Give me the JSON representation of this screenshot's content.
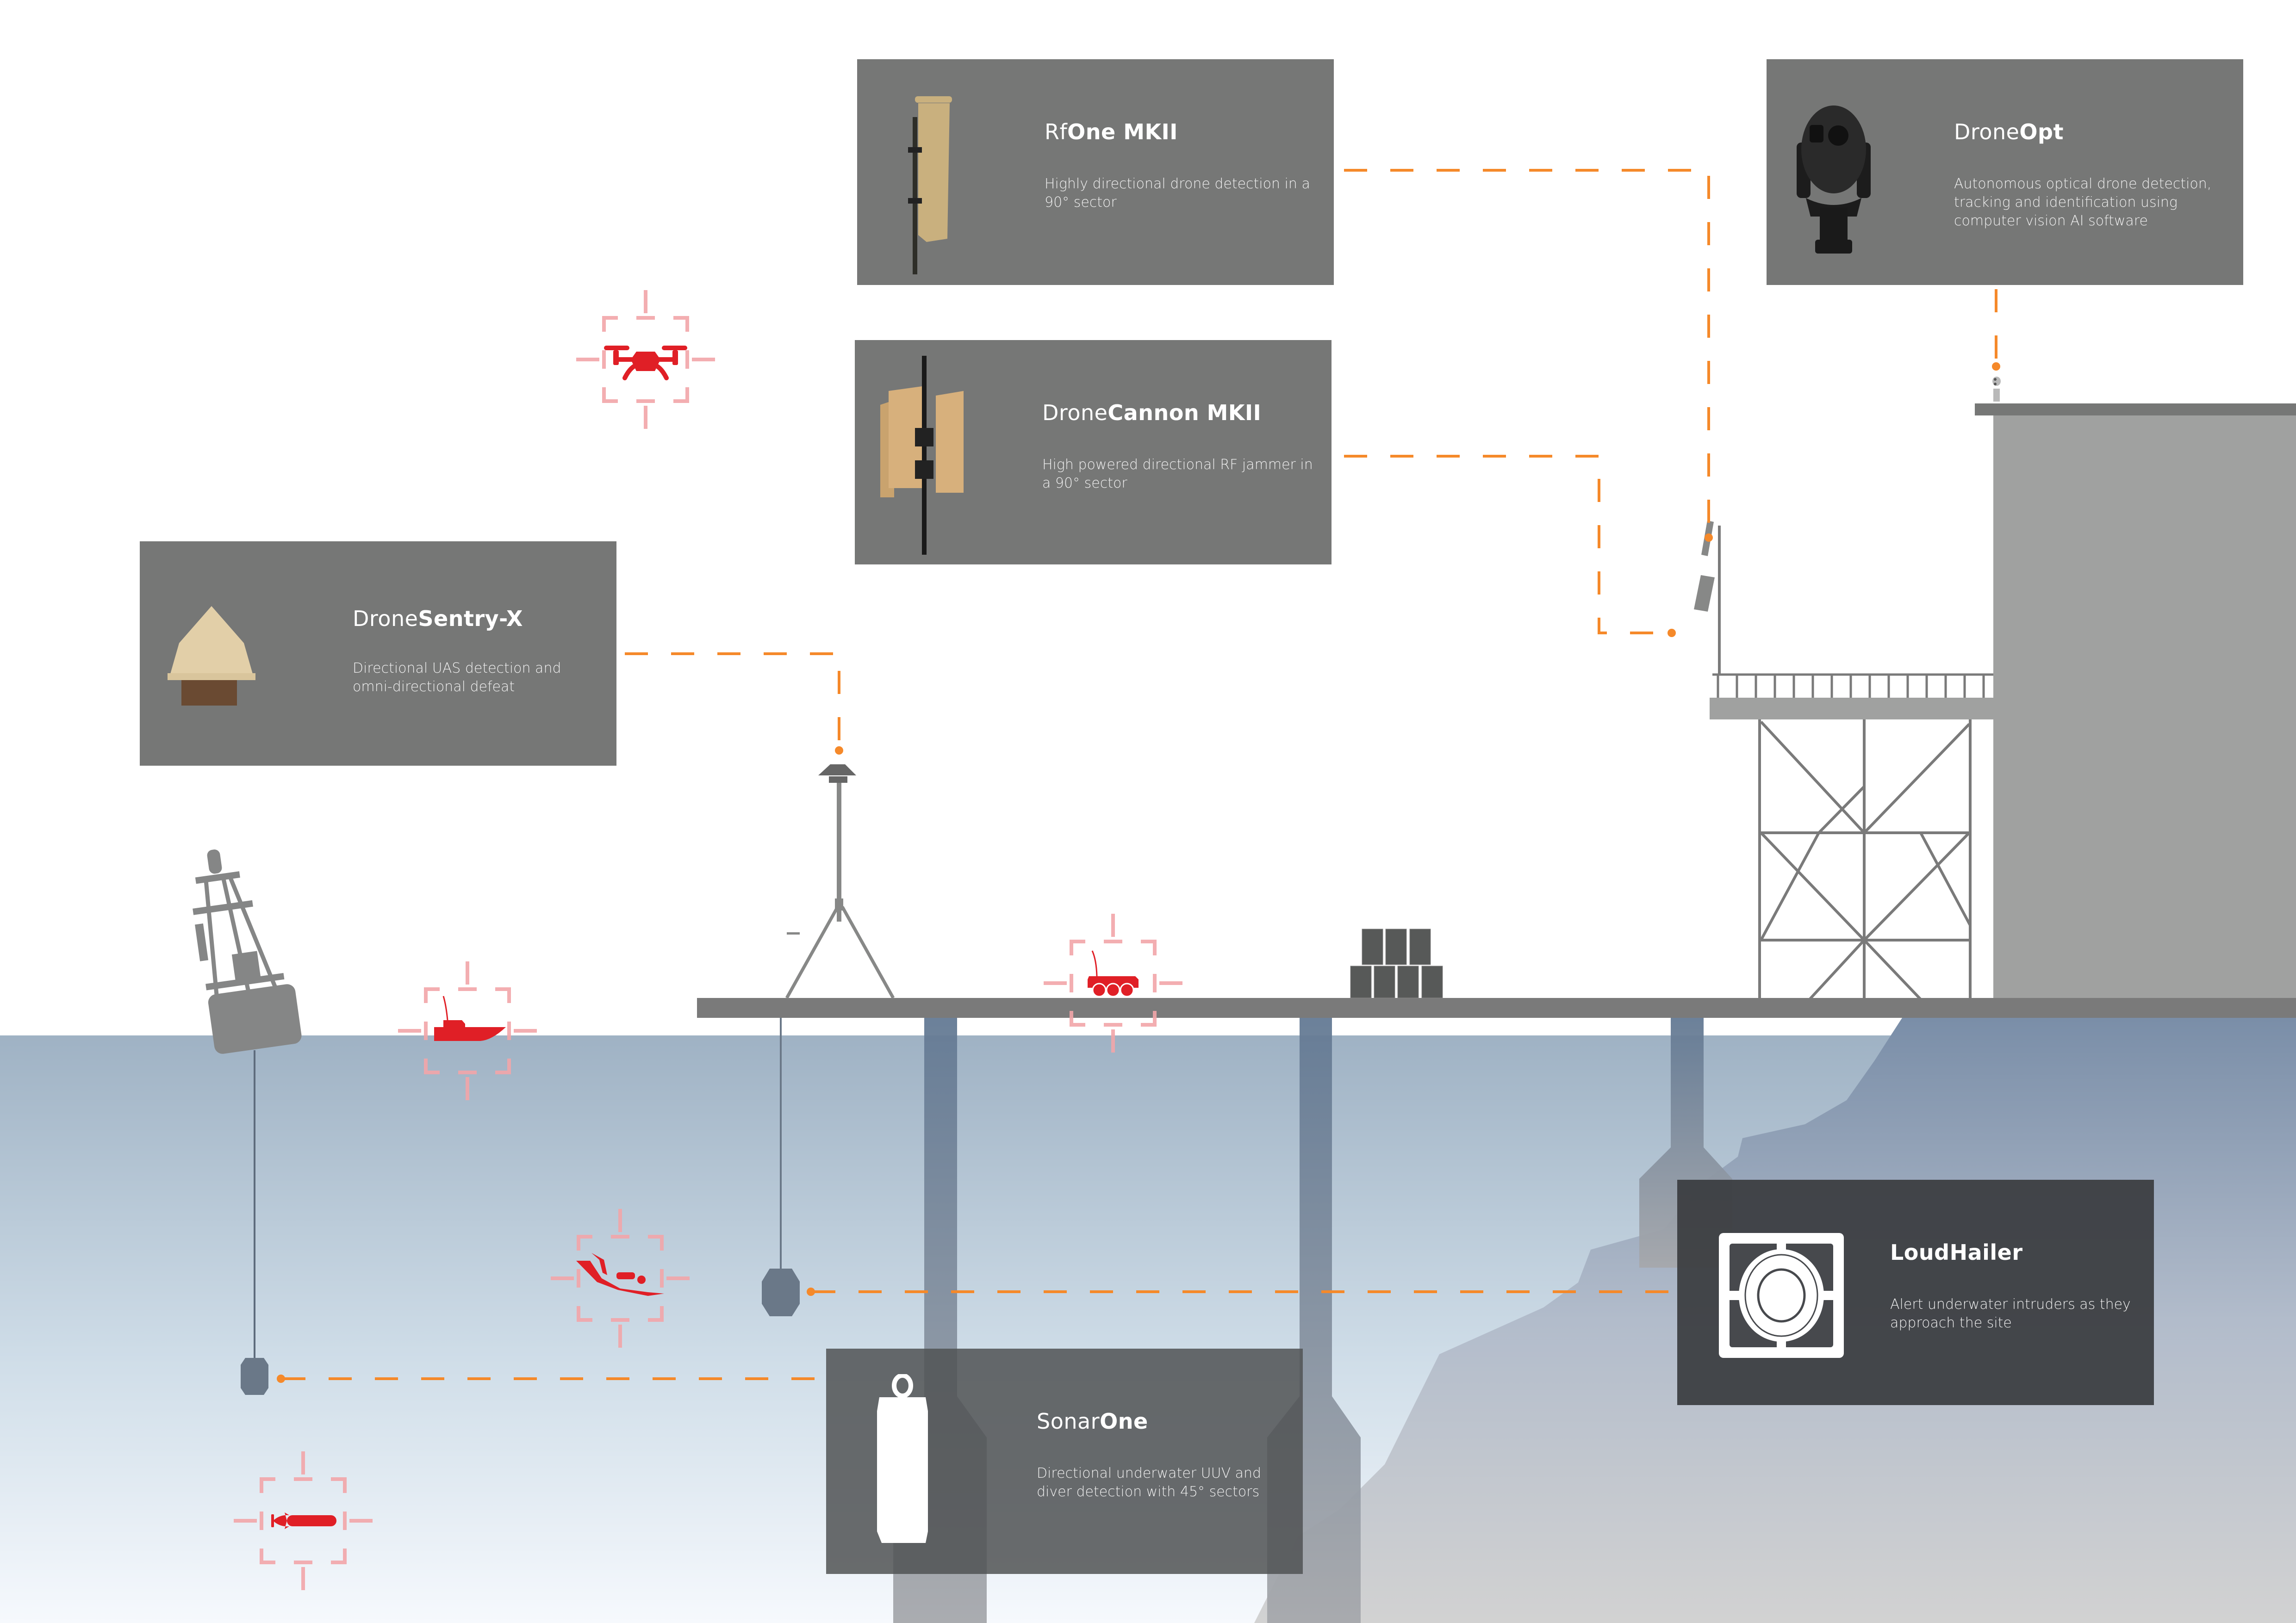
{
  "diagram": {
    "title": "",
    "colors": {
      "connector": "#f5892a",
      "threat": "#e01f26",
      "threat_reticle": "#f2a5a8",
      "card": "#767776",
      "card_dark": "#3c3e42",
      "structure": "#7a7a7a",
      "water_top": "#9fb2c4",
      "water_bottom": "#f4f8fc"
    },
    "products": [
      {
        "id": "rfone",
        "title_light": "Rf",
        "title_bold": "One MKII",
        "description": "Highly directional drone detection in a 90° sector",
        "image": "rfone-antenna-image"
      },
      {
        "id": "droneopt",
        "title_light": "Drone",
        "title_bold": "Opt",
        "description": "Autonomous optical drone detection, tracking and identification using computer vision AI software",
        "image": "ptz-camera-image"
      },
      {
        "id": "dronecannon",
        "title_light": "Drone",
        "title_bold": "Cannon MKII",
        "description": "High powered directional RF jammer in a 90° sector",
        "image": "rf-jammer-image"
      },
      {
        "id": "dronesentry",
        "title_light": "Drone",
        "title_bold": "Sentry-X",
        "description": "Directional UAS detection and omni-directional defeat",
        "image": "dome-sensor-image"
      },
      {
        "id": "loudhailer",
        "title_light": "",
        "title_bold": "LoudHailer",
        "description": "Alert underwater intruders as they approach the site",
        "image": "loudhailer-icon"
      },
      {
        "id": "sonarone",
        "title_light": "Sonar",
        "title_bold": "One",
        "description": "Directional underwater UUV and diver detection with 45° sectors",
        "image": "sonar-canister-icon"
      }
    ],
    "threats": [
      {
        "id": "drone",
        "icon": "quadcopter-drone-icon",
        "zone": "air"
      },
      {
        "id": "ground-robot",
        "icon": "ground-robot-icon",
        "zone": "pier"
      },
      {
        "id": "surface-vessel",
        "icon": "unmanned-boat-icon",
        "zone": "surface"
      },
      {
        "id": "diver",
        "icon": "scuba-diver-icon",
        "zone": "underwater"
      },
      {
        "id": "uuv",
        "icon": "torpedo-uuv-icon",
        "zone": "underwater"
      }
    ],
    "connections": [
      {
        "from": "rfone",
        "to": "mast-rfone-sensor"
      },
      {
        "from": "droneopt",
        "to": "rooftop-camera"
      },
      {
        "from": "dronecannon",
        "to": "mast-jammer"
      },
      {
        "from": "dronesentry",
        "to": "tripod-sensor"
      },
      {
        "from": "loudhailer",
        "to": "hanging-speaker"
      },
      {
        "from": "sonarone",
        "to": "buoy-sonar"
      }
    ]
  }
}
